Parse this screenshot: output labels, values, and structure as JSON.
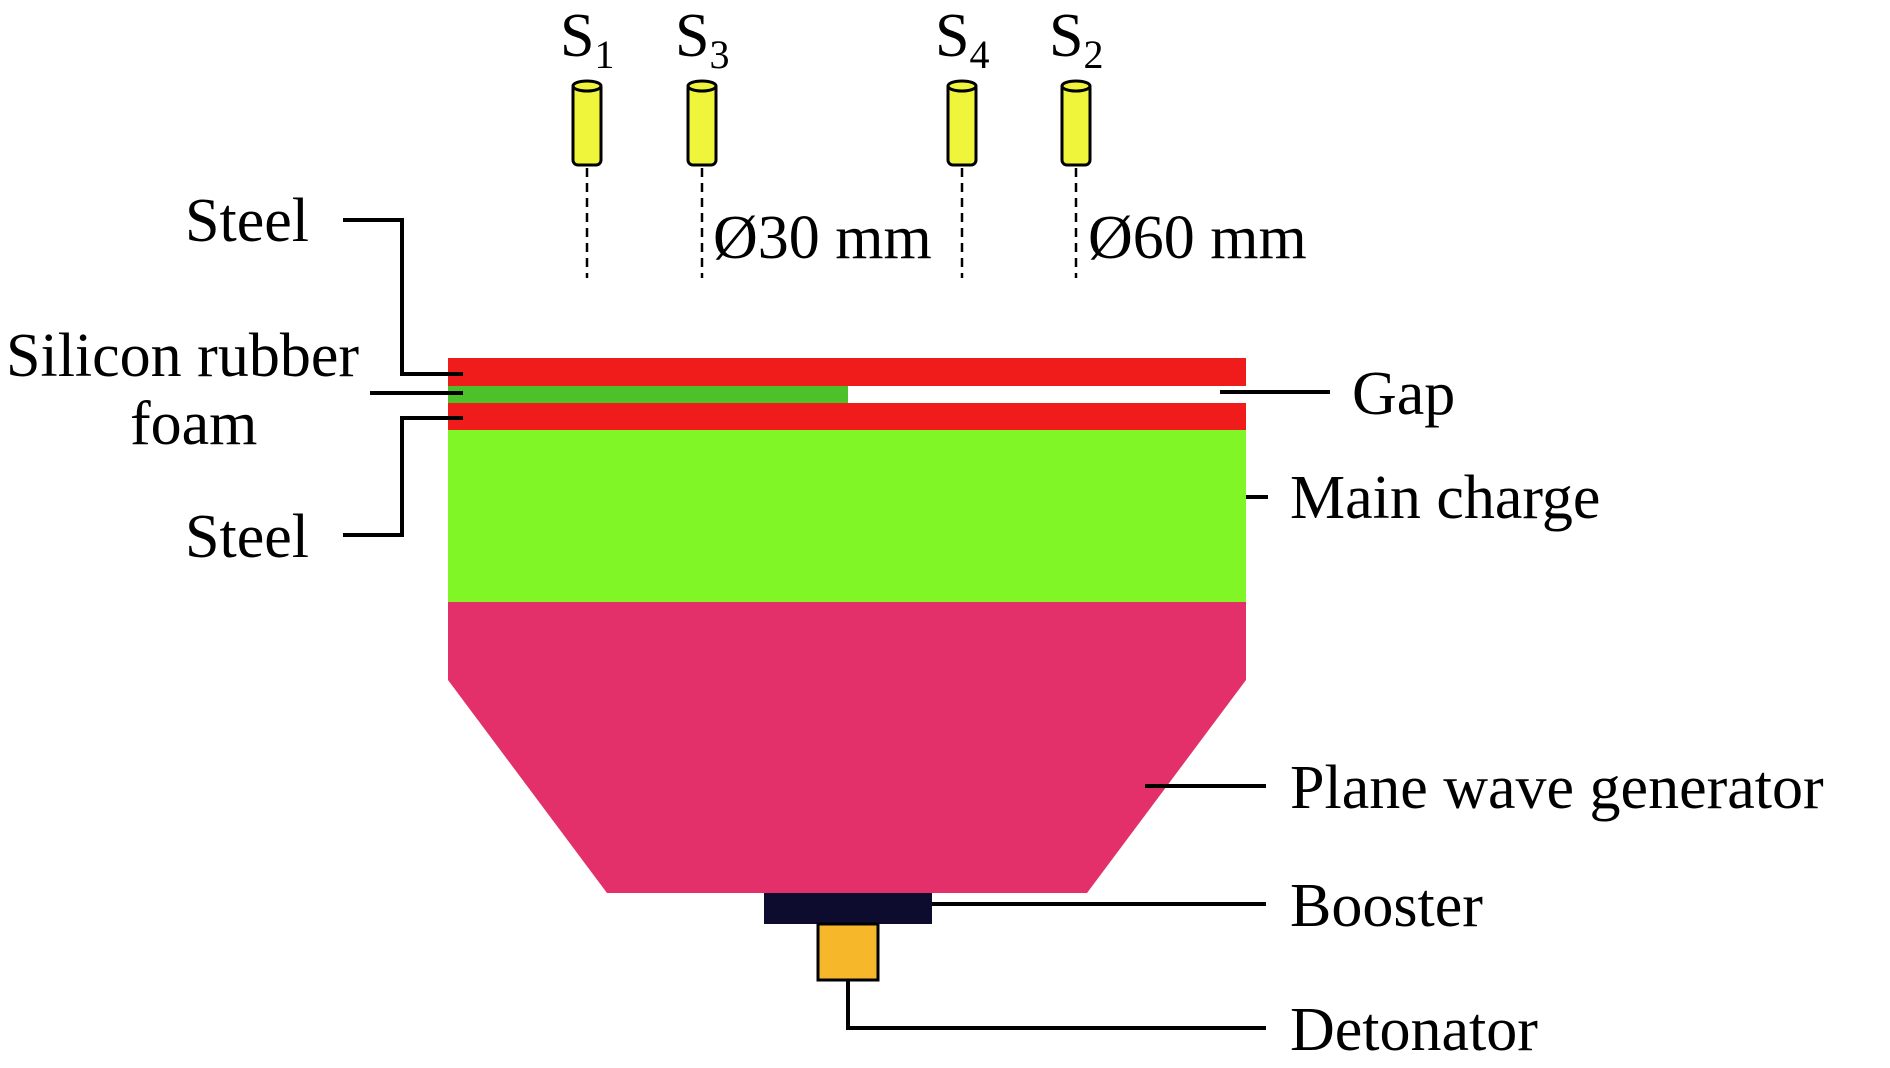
{
  "labels": {
    "steel_top": "Steel",
    "silicon_line1": "Silicon rubber",
    "silicon_line2": "foam",
    "steel_bottom": "Steel",
    "gap": "Gap",
    "main_charge": "Main charge",
    "plane_wave_generator": "Plane wave generator",
    "booster": "Booster",
    "detonator": "Detonator",
    "dia_30": "Ø30 mm",
    "dia_60": "Ø60 mm"
  },
  "probes": [
    {
      "base": "S",
      "sub": "1"
    },
    {
      "base": "S",
      "sub": "3"
    },
    {
      "base": "S",
      "sub": "4"
    },
    {
      "base": "S",
      "sub": "2"
    }
  ],
  "colors": {
    "steel": "#f01c1c",
    "foam": "#4cc12a",
    "main_charge": "#80f626",
    "plane_wave_generator": "#e32f6a",
    "booster": "#0e0c2e",
    "detonator": "#f7b72b",
    "probe": "#eef53a"
  }
}
